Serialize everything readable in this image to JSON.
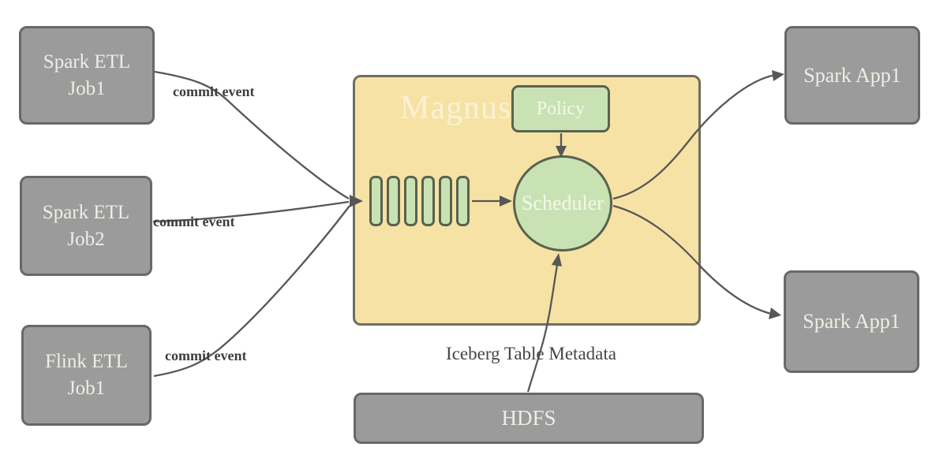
{
  "diagram": {
    "nodes": {
      "spark_etl_job1": {
        "label": "Spark ETL\nJob1"
      },
      "spark_etl_job2": {
        "label": "Spark ETL\nJob2"
      },
      "flink_etl_job1": {
        "label": "Flink ETL\nJob1"
      },
      "magnus": {
        "label": "Magnus"
      },
      "policy": {
        "label": "Policy"
      },
      "scheduler": {
        "label": "Scheduler"
      },
      "hdfs": {
        "label": "HDFS"
      },
      "spark_app1_top": {
        "label": "Spark App1"
      },
      "spark_app1_bottom": {
        "label": "Spark App1"
      }
    },
    "edge_labels": {
      "commit_event_1": "commit event",
      "commit_event_2": "commit event",
      "commit_event_3": "commit event",
      "iceberg_metadata": "Iceberg Table Metadata"
    },
    "queue": {
      "slot_count": 6
    },
    "colors": {
      "canvas_bg": "#ffffff",
      "container_fill": "#f6e2a4",
      "container_border": "#6e6e60",
      "gray_node_fill": "#9b9b9b",
      "gray_node_border": "#686868",
      "gray_node_text": "#f1ede5",
      "green_fill": "#c9e2b3",
      "green_border": "#59624f",
      "green_text": "#f4f8ec",
      "magnus_title": "#fbf2d5",
      "connector": "#575757",
      "label_text": "#3d3d3d"
    }
  }
}
